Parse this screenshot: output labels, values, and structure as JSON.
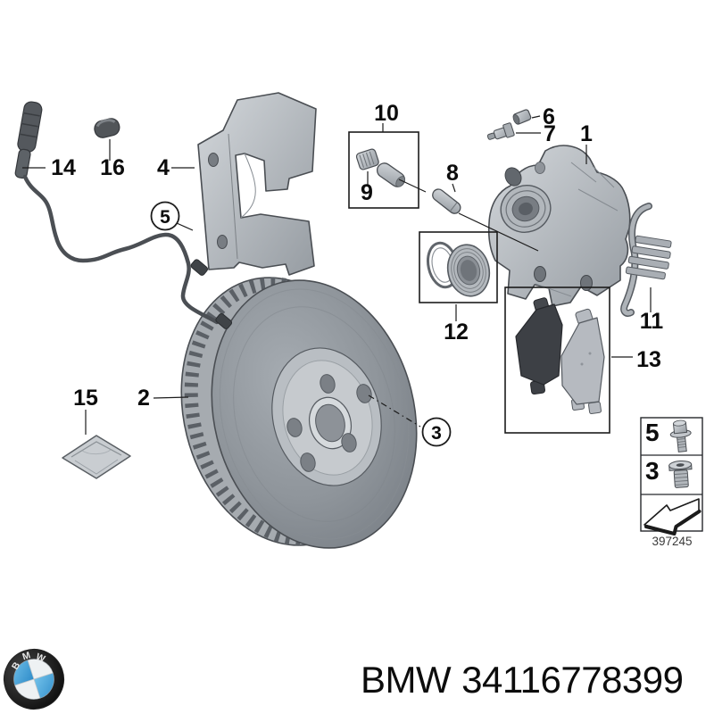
{
  "diagram": {
    "callouts": [
      {
        "num": "1",
        "part": "brake-caliper",
        "circled": false
      },
      {
        "num": "2",
        "part": "brake-disc",
        "circled": false
      },
      {
        "num": "3",
        "part": "hub-screw",
        "circled": true
      },
      {
        "num": "4",
        "part": "caliper-carrier-bracket",
        "circled": false
      },
      {
        "num": "5",
        "part": "sensor-cable",
        "circled": true
      },
      {
        "num": "6",
        "part": "bleeder-valve-cap",
        "circled": false
      },
      {
        "num": "7",
        "part": "bleeder-valve",
        "circled": false
      },
      {
        "num": "8",
        "part": "guide-pin",
        "circled": false
      },
      {
        "num": "9",
        "part": "guide-bushing",
        "circled": false
      },
      {
        "num": "10",
        "part": "guide-bushing-repair-kit",
        "circled": false
      },
      {
        "num": "11",
        "part": "retaining-spring",
        "circled": false
      },
      {
        "num": "12",
        "part": "piston-seal-repair-kit",
        "circled": false
      },
      {
        "num": "13",
        "part": "brake-pad-set",
        "circled": false
      },
      {
        "num": "14",
        "part": "brake-pad-wear-sensor",
        "circled": false
      },
      {
        "num": "15",
        "part": "grease-packet",
        "circled": false
      },
      {
        "num": "16",
        "part": "grommet",
        "circled": false
      }
    ],
    "legend": {
      "rows": [
        {
          "num": "5",
          "icon": "flange-bolt-icon"
        },
        {
          "num": "3",
          "icon": "screw-plug-icon"
        }
      ],
      "arrow_icon": "direction-arrow-icon",
      "drawing_number": "397245"
    }
  },
  "footer": {
    "logo": {
      "letters": [
        "B",
        "M",
        "W"
      ],
      "blue": "#3e9ad6"
    },
    "brand": "BMW",
    "part_number": "34116778399"
  },
  "colors": {
    "background": "#ffffff",
    "metal_light": "#cfd3d7",
    "metal_mid": "#9aa0a6",
    "outline": "#4a4e53",
    "pad_dark": "#3d4045",
    "label_text": "#0c0c0c",
    "logo_blue": "#3e9ad6"
  }
}
